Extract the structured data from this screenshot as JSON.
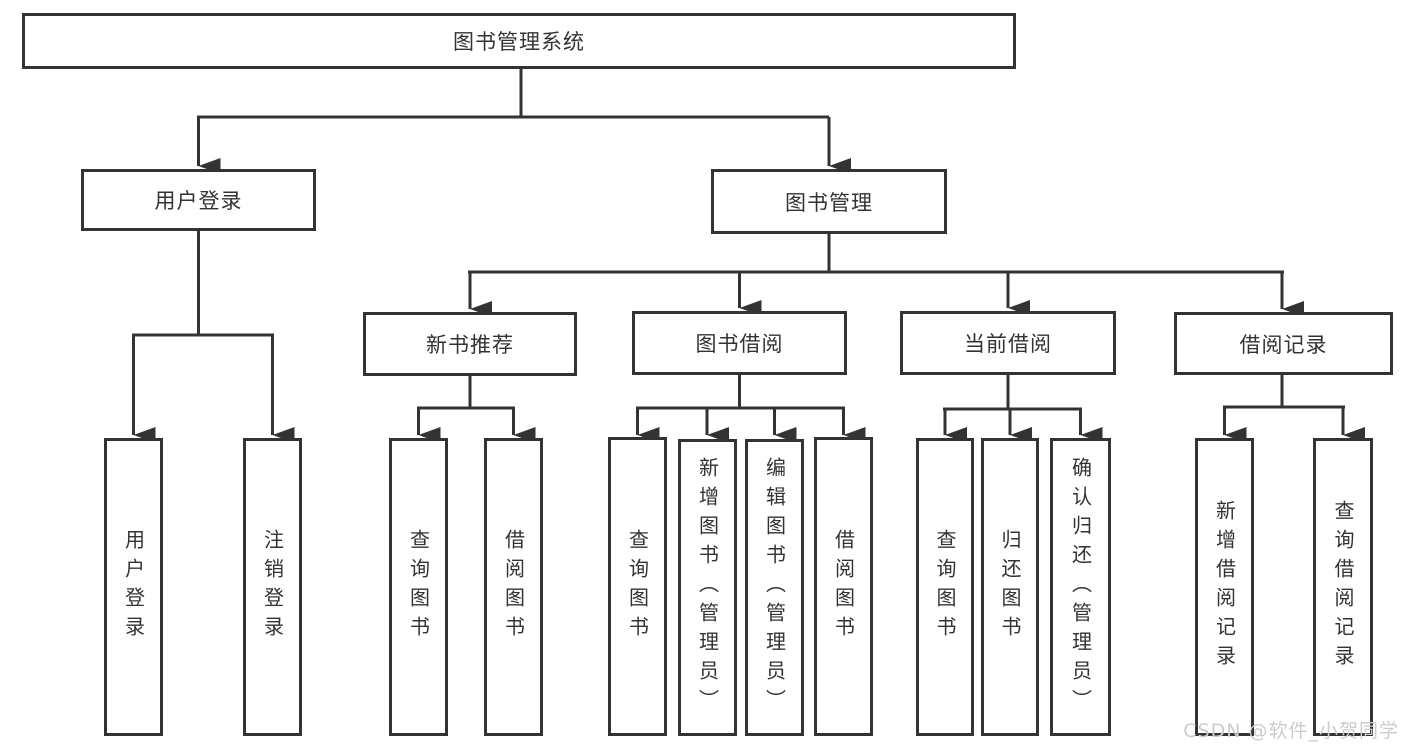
{
  "diagram": {
    "title": "图书管理系统",
    "type": "hierarchy-tree",
    "colors": {
      "line": "#333333",
      "text": "#333333",
      "node_background": "#ffffff",
      "watermark": "#cccccc"
    },
    "tree": {
      "root": {
        "label": "图书管理系统",
        "children": [
          {
            "label": "用户登录",
            "children": [
              {
                "label": "用户登录"
              },
              {
                "label": "注销登录"
              }
            ]
          },
          {
            "label": "图书管理",
            "children": [
              {
                "label": "新书推荐",
                "children": [
                  {
                    "label": "查询图书"
                  },
                  {
                    "label": "借阅图书"
                  }
                ]
              },
              {
                "label": "图书借阅",
                "children": [
                  {
                    "label": "查询图书"
                  },
                  {
                    "label": "新增图书（管理员）"
                  },
                  {
                    "label": "编辑图书（管理员）"
                  },
                  {
                    "label": "借阅图书"
                  }
                ]
              },
              {
                "label": "当前借阅",
                "children": [
                  {
                    "label": "查询图书"
                  },
                  {
                    "label": "归还图书"
                  },
                  {
                    "label": "确认归还（管理员）"
                  }
                ]
              },
              {
                "label": "借阅记录",
                "children": [
                  {
                    "label": "新增借阅记录"
                  },
                  {
                    "label": "查询借阅记录"
                  }
                ]
              }
            ]
          }
        ]
      }
    },
    "watermark": "CSDN @软件_小贺同学"
  }
}
